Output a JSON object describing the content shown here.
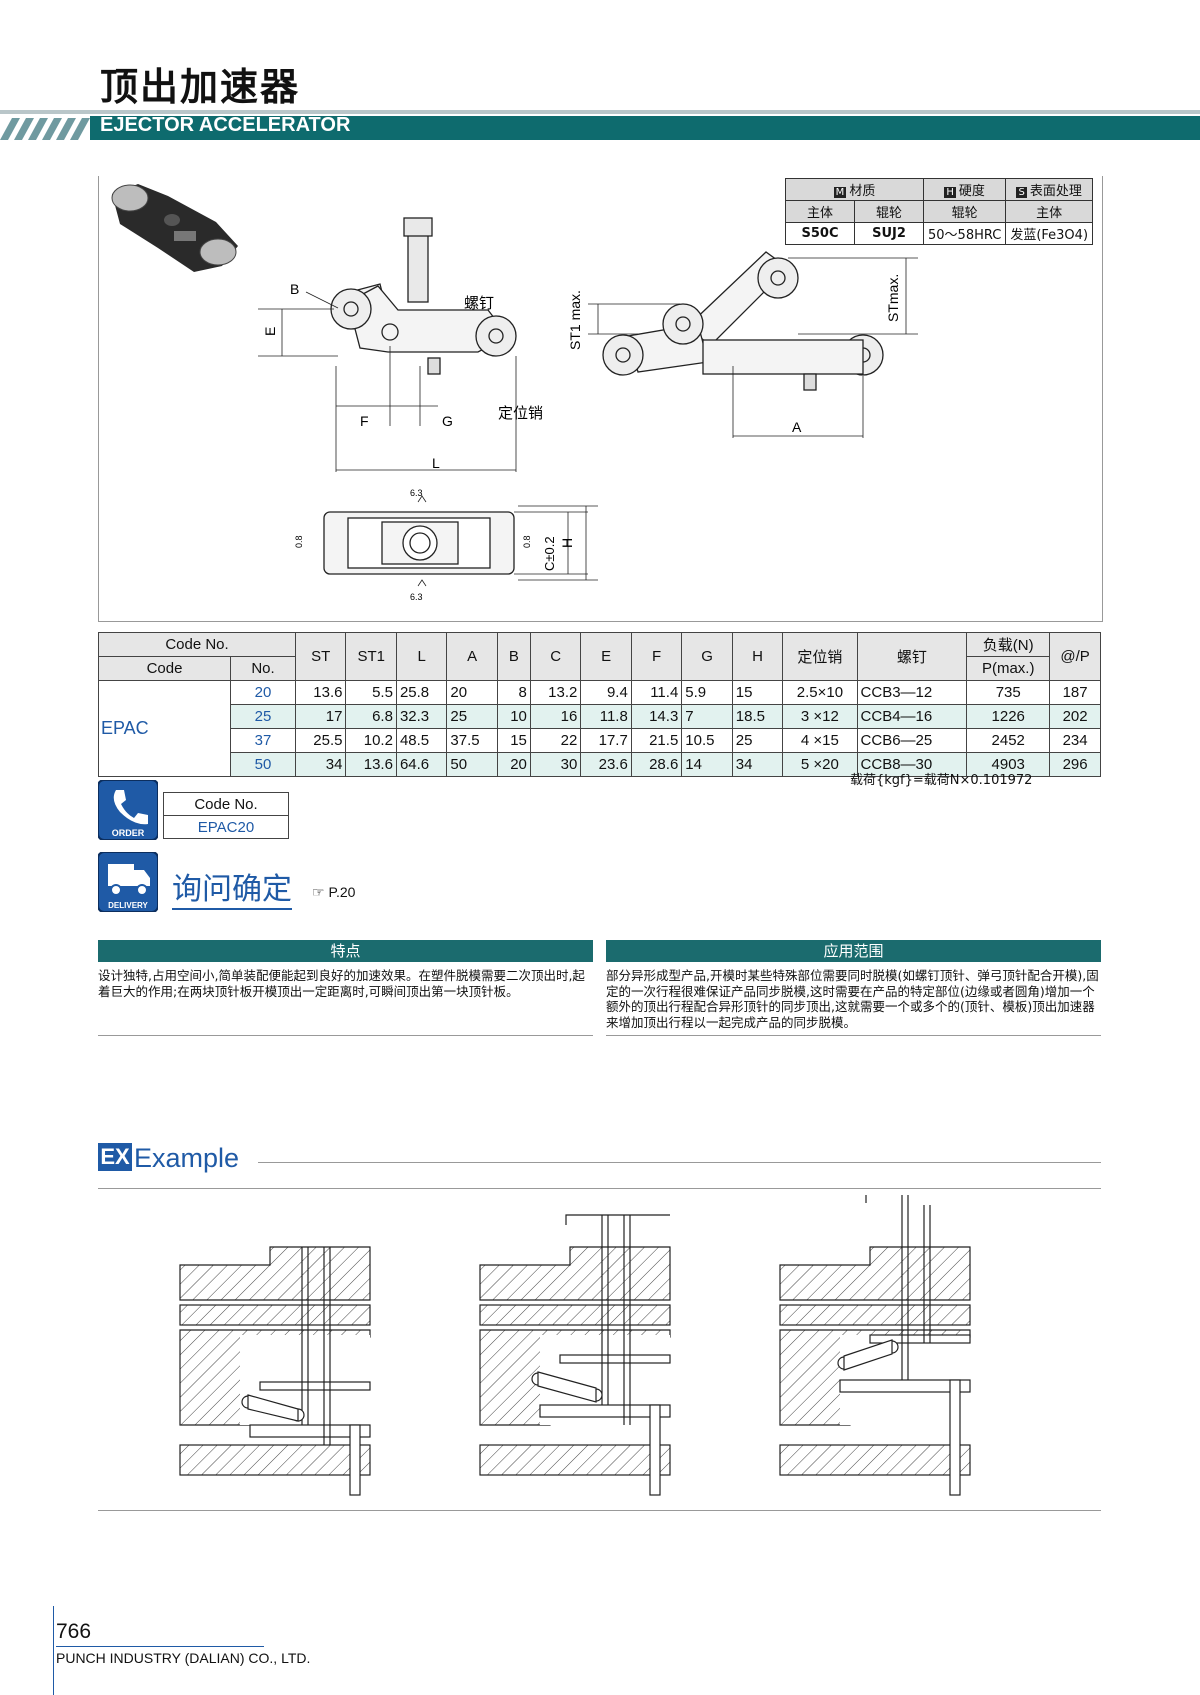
{
  "header": {
    "title_cn": "顶出加速器",
    "title_en": "EJECTOR ACCELERATOR",
    "accent": "#0e6b6e"
  },
  "drawing": {
    "label_screw": "螺钉",
    "label_pin": "定位销",
    "dims": {
      "B": "B",
      "E": "E",
      "F": "F",
      "G": "G",
      "L": "L",
      "A": "A",
      "ST1": "ST1 max.",
      "ST": "STmax.",
      "C": "C±0.2",
      "H": "H"
    },
    "roughness": {
      "r63_top": "6.3",
      "r63_bot": "6.3",
      "r08_left": "0.8",
      "r08_right": "0.8"
    }
  },
  "material": {
    "icons": {
      "m": "M",
      "h": "H",
      "s": "S"
    },
    "headers": {
      "material": "材质",
      "hardness": "硬度",
      "surface": "表面处理"
    },
    "sub": {
      "body": "主体",
      "roller": "辊轮",
      "roller2": "辊轮",
      "body2": "主体"
    },
    "values": {
      "body": "S50C",
      "roller": "SUJ2",
      "hardness": "50～58HRC",
      "surface": "发蓝(Fe3O4)"
    }
  },
  "spec": {
    "headers": {
      "code_no": "Code No.",
      "code": "Code",
      "no": "No.",
      "ST": "ST",
      "ST1": "ST1",
      "L": "L",
      "A": "A",
      "B": "B",
      "C": "C",
      "E": "E",
      "F": "F",
      "G": "G",
      "H": "H",
      "pin": "定位销",
      "screw": "螺钉",
      "load": "负载(N)",
      "load_sub": "P(max.)",
      "price": "@/P"
    },
    "code": "EPAC",
    "rows": [
      {
        "no": "20",
        "ST": "13.6",
        "ST1": "5.5",
        "L": "25.8",
        "A": "20",
        "B": "8",
        "C": "13.2",
        "E": "9.4",
        "F": "11.4",
        "G": "5.9",
        "H": "15",
        "pin": "2.5×10",
        "screw": "CCB3—12",
        "load": "735",
        "price": "187"
      },
      {
        "no": "25",
        "ST": "17",
        "ST1": "6.8",
        "L": "32.3",
        "A": "25",
        "B": "10",
        "C": "16",
        "E": "11.8",
        "F": "14.3",
        "G": "7",
        "H": "18.5",
        "pin": "3 ×12",
        "screw": "CCB4—16",
        "load": "1226",
        "price": "202"
      },
      {
        "no": "37",
        "ST": "25.5",
        "ST1": "10.2",
        "L": "48.5",
        "A": "37.5",
        "B": "15",
        "C": "22",
        "E": "17.7",
        "F": "21.5",
        "G": "10.5",
        "H": "25",
        "pin": "4 ×15",
        "screw": "CCB6—25",
        "load": "2452",
        "price": "234"
      },
      {
        "no": "50",
        "ST": "34",
        "ST1": "13.6",
        "L": "64.6",
        "A": "50",
        "B": "20",
        "C": "30",
        "E": "23.6",
        "F": "28.6",
        "G": "14",
        "H": "34",
        "pin": "5 ×20",
        "screw": "CCB8—30",
        "load": "4903",
        "price": "296"
      }
    ],
    "note": "载荷{kgf}=载荷N×0.101972"
  },
  "order": {
    "icon_label": "ORDER",
    "code_no_label": "Code No.",
    "code_value": "EPAC20"
  },
  "delivery": {
    "icon_label": "DELIVERY",
    "text": "询问确定",
    "ref": "☞ P.20"
  },
  "features": {
    "title": "特点",
    "text": "设计独特,占用空间小,简单装配便能起到良好的加速效果。在塑件脱模需要二次顶出时,起着巨大的作用;在两块顶针板开模顶出一定距离时,可瞬间顶出第一块顶针板。"
  },
  "application": {
    "title": "应用范围",
    "text": "部分异形成型产品,开模时某些特殊部位需要同时脱模(如螺钉顶针、弹弓顶针配合开模),固定的一次行程很难保证产品同步脱模,这时需要在产品的特定部位(边缘或者圆角)增加一个额外的顶出行程配合异形顶针的同步顶出,这就需要一个或多个的(顶针、模板)顶出加速器来增加顶出行程以一起完成产品的同步脱模。"
  },
  "example": {
    "badge": "EX",
    "title": "Example"
  },
  "footer": {
    "page": "766",
    "company": "PUNCH INDUSTRY (DALIAN) CO., LTD."
  }
}
